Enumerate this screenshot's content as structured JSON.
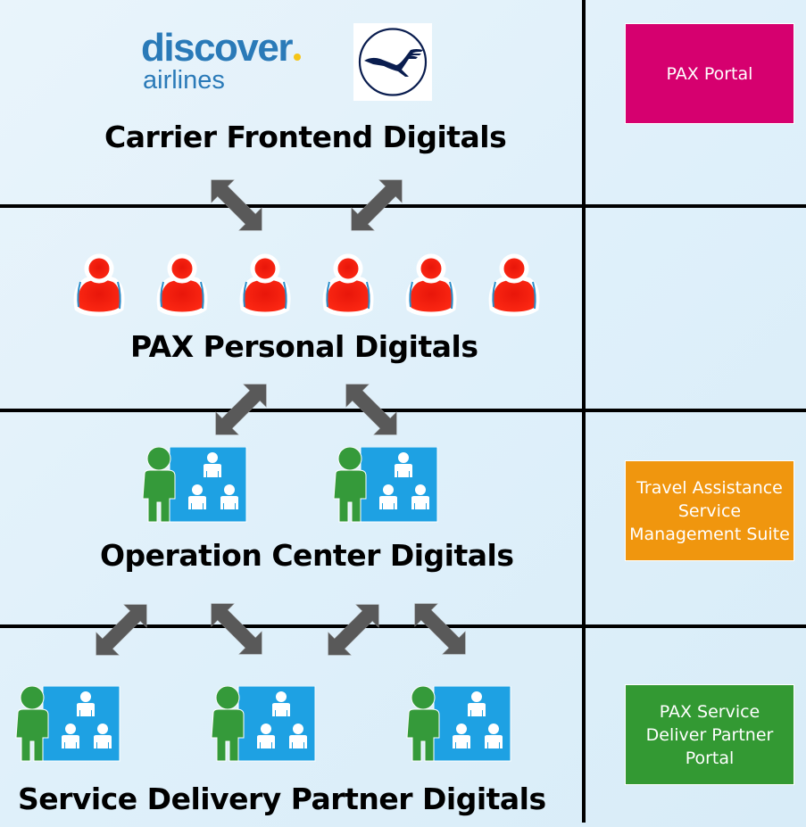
{
  "logos": {
    "discover_top": "discover",
    "discover_bottom": "airlines",
    "lufthansa_icon": "crane-logo-icon"
  },
  "layers": [
    {
      "title": "Carrier Frontend Digitals"
    },
    {
      "title": "PAX Personal Digitals",
      "icon": "person-icon",
      "icon_count": 6
    },
    {
      "title": "Operation Center Digitals",
      "icon": "presenter-group-icon",
      "icon_count": 2
    },
    {
      "title": "Service Delivery Partner Digitals",
      "icon": "presenter-group-icon",
      "icon_count": 3
    }
  ],
  "side_boxes": [
    {
      "label": "PAX Portal",
      "color": "#d6006f"
    },
    {
      "label": "Travel Assistance Service Management Suite",
      "color": "#f0960e"
    },
    {
      "label": "PAX Service Deliver Partner Portal",
      "color": "#339933"
    }
  ],
  "colors": {
    "person": "#ee1c0e",
    "presenter": "#359a3a",
    "board": "#1ea1e3",
    "arrow": "#595959"
  },
  "connector": "bidirectional-arrow-icon"
}
